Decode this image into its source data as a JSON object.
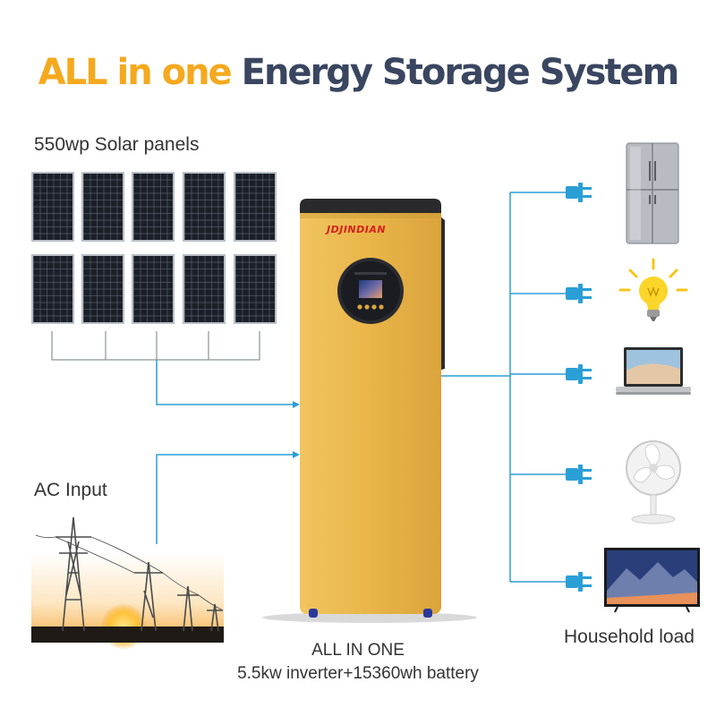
{
  "title": {
    "part1": "ALL in one",
    "part2": "Energy Storage System"
  },
  "solar_label": "550wp Solar panels",
  "ac_label": "AC Input",
  "brand": "JDJINDIAN",
  "caption": {
    "line1": "ALL IN ONE",
    "line2": "5.5kw inverter+15360wh battery"
  },
  "household_label": "Household load",
  "appliances": [
    "refrigerator-icon",
    "light-bulb-icon",
    "laptop-icon",
    "fan-icon",
    "tv-icon"
  ],
  "colors": {
    "accent_orange": "#f5a91e",
    "title_navy": "#3a4660",
    "wire_blue": "#2a9fd6",
    "cabinet_gold": "#e8b44a"
  }
}
